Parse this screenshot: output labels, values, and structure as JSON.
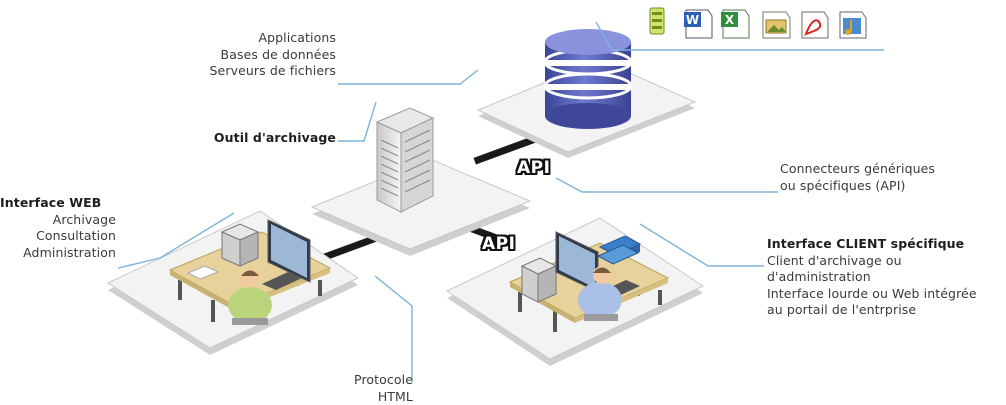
{
  "labels": {
    "sources": [
      "Applications",
      "Bases de données",
      "Serveurs de fichiers"
    ],
    "archive_tool": "Outil d'archivage",
    "web": {
      "title": "Interface WEB",
      "lines": [
        "Archivage",
        "Consultation",
        "Administration"
      ]
    },
    "connectors": [
      "Connecteurs génériques",
      "ou spécifiques (API)"
    ],
    "client": {
      "title": "Interface CLIENT spécifique",
      "lines": [
        "Client d'archivage ou",
        "d'administration",
        "Interface lourde ou Web intégrée",
        "au portail de l'entrprise"
      ]
    },
    "protocol": [
      "Protocole",
      "HTML"
    ]
  },
  "api_labels": [
    "API",
    "API"
  ],
  "file_icons": [
    "spreadsheet-doc-icon",
    "word-doc-icon",
    "excel-doc-icon",
    "image-doc-icon",
    "pdf-doc-icon",
    "audio-doc-icon"
  ],
  "colors": {
    "platform_top": "#f2f2f2",
    "platform_side": "#cfcfcf",
    "leader_line": "#7fb3d8",
    "database_blue": "#4a55b0",
    "desk_wood": "#e6d29a",
    "person_green": "#b9d47a",
    "connector_black": "#1a1a1a"
  }
}
